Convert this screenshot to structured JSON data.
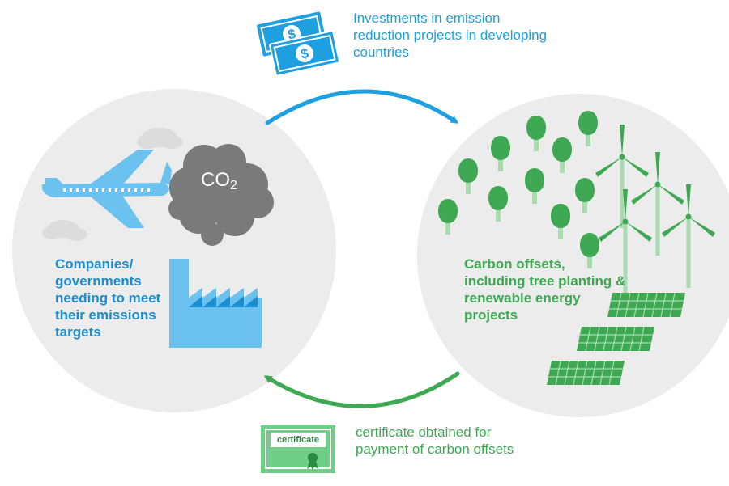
{
  "flows": {
    "investments": "Investments in emission reduction projects in developing countries",
    "certificate": "certificate obtained for payment of carbon offsets"
  },
  "left_panel": {
    "label": "Companies/ governments needing to meet their emissions targets",
    "co2_main": "CO",
    "co2_sub": "2"
  },
  "right_panel": {
    "label": "Carbon offsets, including tree planting & renewable energy projects"
  },
  "certificate_icon": {
    "label": "certificate"
  },
  "colors": {
    "blue": "#1ea0e0",
    "dark_blue": "#1a8ed0",
    "green": "#3ea853",
    "circle_gray": "#ececec",
    "cloud_gray": "#7a7a7a"
  },
  "icons": [
    "money-icon",
    "airplane-icon",
    "co2-cloud-icon",
    "factory-icon",
    "tree-icon",
    "wind-turbine-icon",
    "solar-panel-icon",
    "certificate-icon"
  ]
}
